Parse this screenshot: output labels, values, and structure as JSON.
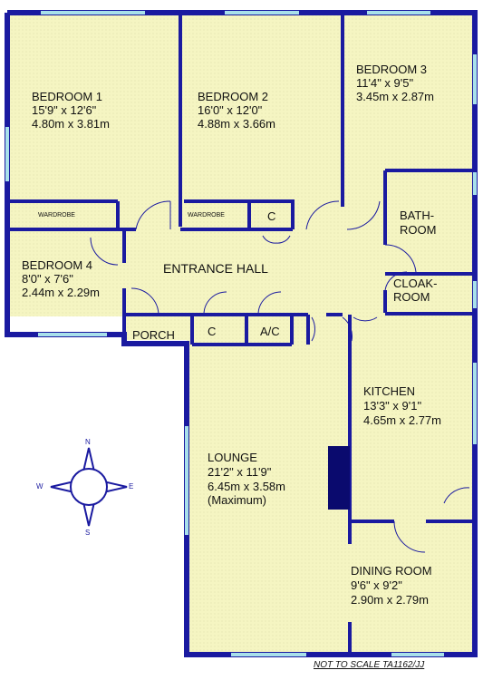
{
  "rooms": {
    "bedroom1": {
      "name": "BEDROOM 1",
      "dim_imperial": "15'9\" x 12'6\"",
      "dim_metric": "4.80m x 3.81m"
    },
    "bedroom2": {
      "name": "BEDROOM 2",
      "dim_imperial": "16'0\" x 12'0\"",
      "dim_metric": "4.88m x 3.66m"
    },
    "bedroom3": {
      "name": "BEDROOM 3",
      "dim_imperial": "11'4\" x 9'5\"",
      "dim_metric": "3.45m x 2.87m"
    },
    "bedroom4": {
      "name": "BEDROOM 4",
      "dim_imperial": "8'0\" x 7'6\"",
      "dim_metric": "2.44m x 2.29m"
    },
    "bathroom": {
      "line1": "BATH-",
      "line2": "ROOM"
    },
    "cloakroom": {
      "line1": "CLOAK-",
      "line2": "ROOM"
    },
    "entrance_hall": {
      "name": "ENTRANCE HALL"
    },
    "kitchen": {
      "name": "KITCHEN",
      "dim_imperial": "13'3\" x 9'1\"",
      "dim_metric": "4.65m x 2.77m"
    },
    "lounge": {
      "name": "LOUNGE",
      "dim_imperial": "21'2\" x 11'9\"",
      "dim_metric": "6.45m x 3.58m",
      "note": "(Maximum)"
    },
    "dining_room": {
      "name": "DINING ROOM",
      "dim_imperial": "9'6\" x 9'2\"",
      "dim_metric": "2.90m x 2.79m"
    }
  },
  "fixtures": {
    "wardrobe_1": "WARDROBE",
    "wardrobe_2": "WARDROBE",
    "cupboard_upper": "C",
    "cupboard_lower": "C",
    "airing_cupboard": "A/C",
    "porch": "PORCH"
  },
  "compass": {
    "north": "N",
    "south": "S",
    "east": "E",
    "west": "W"
  },
  "footer_note": "NOT TO SCALE TA1162/JJ",
  "colors": {
    "wall": "#1a1aa0",
    "floor": "#f5f5c2",
    "window": "#a8e0ea",
    "chimney": "#0a0a6e"
  }
}
